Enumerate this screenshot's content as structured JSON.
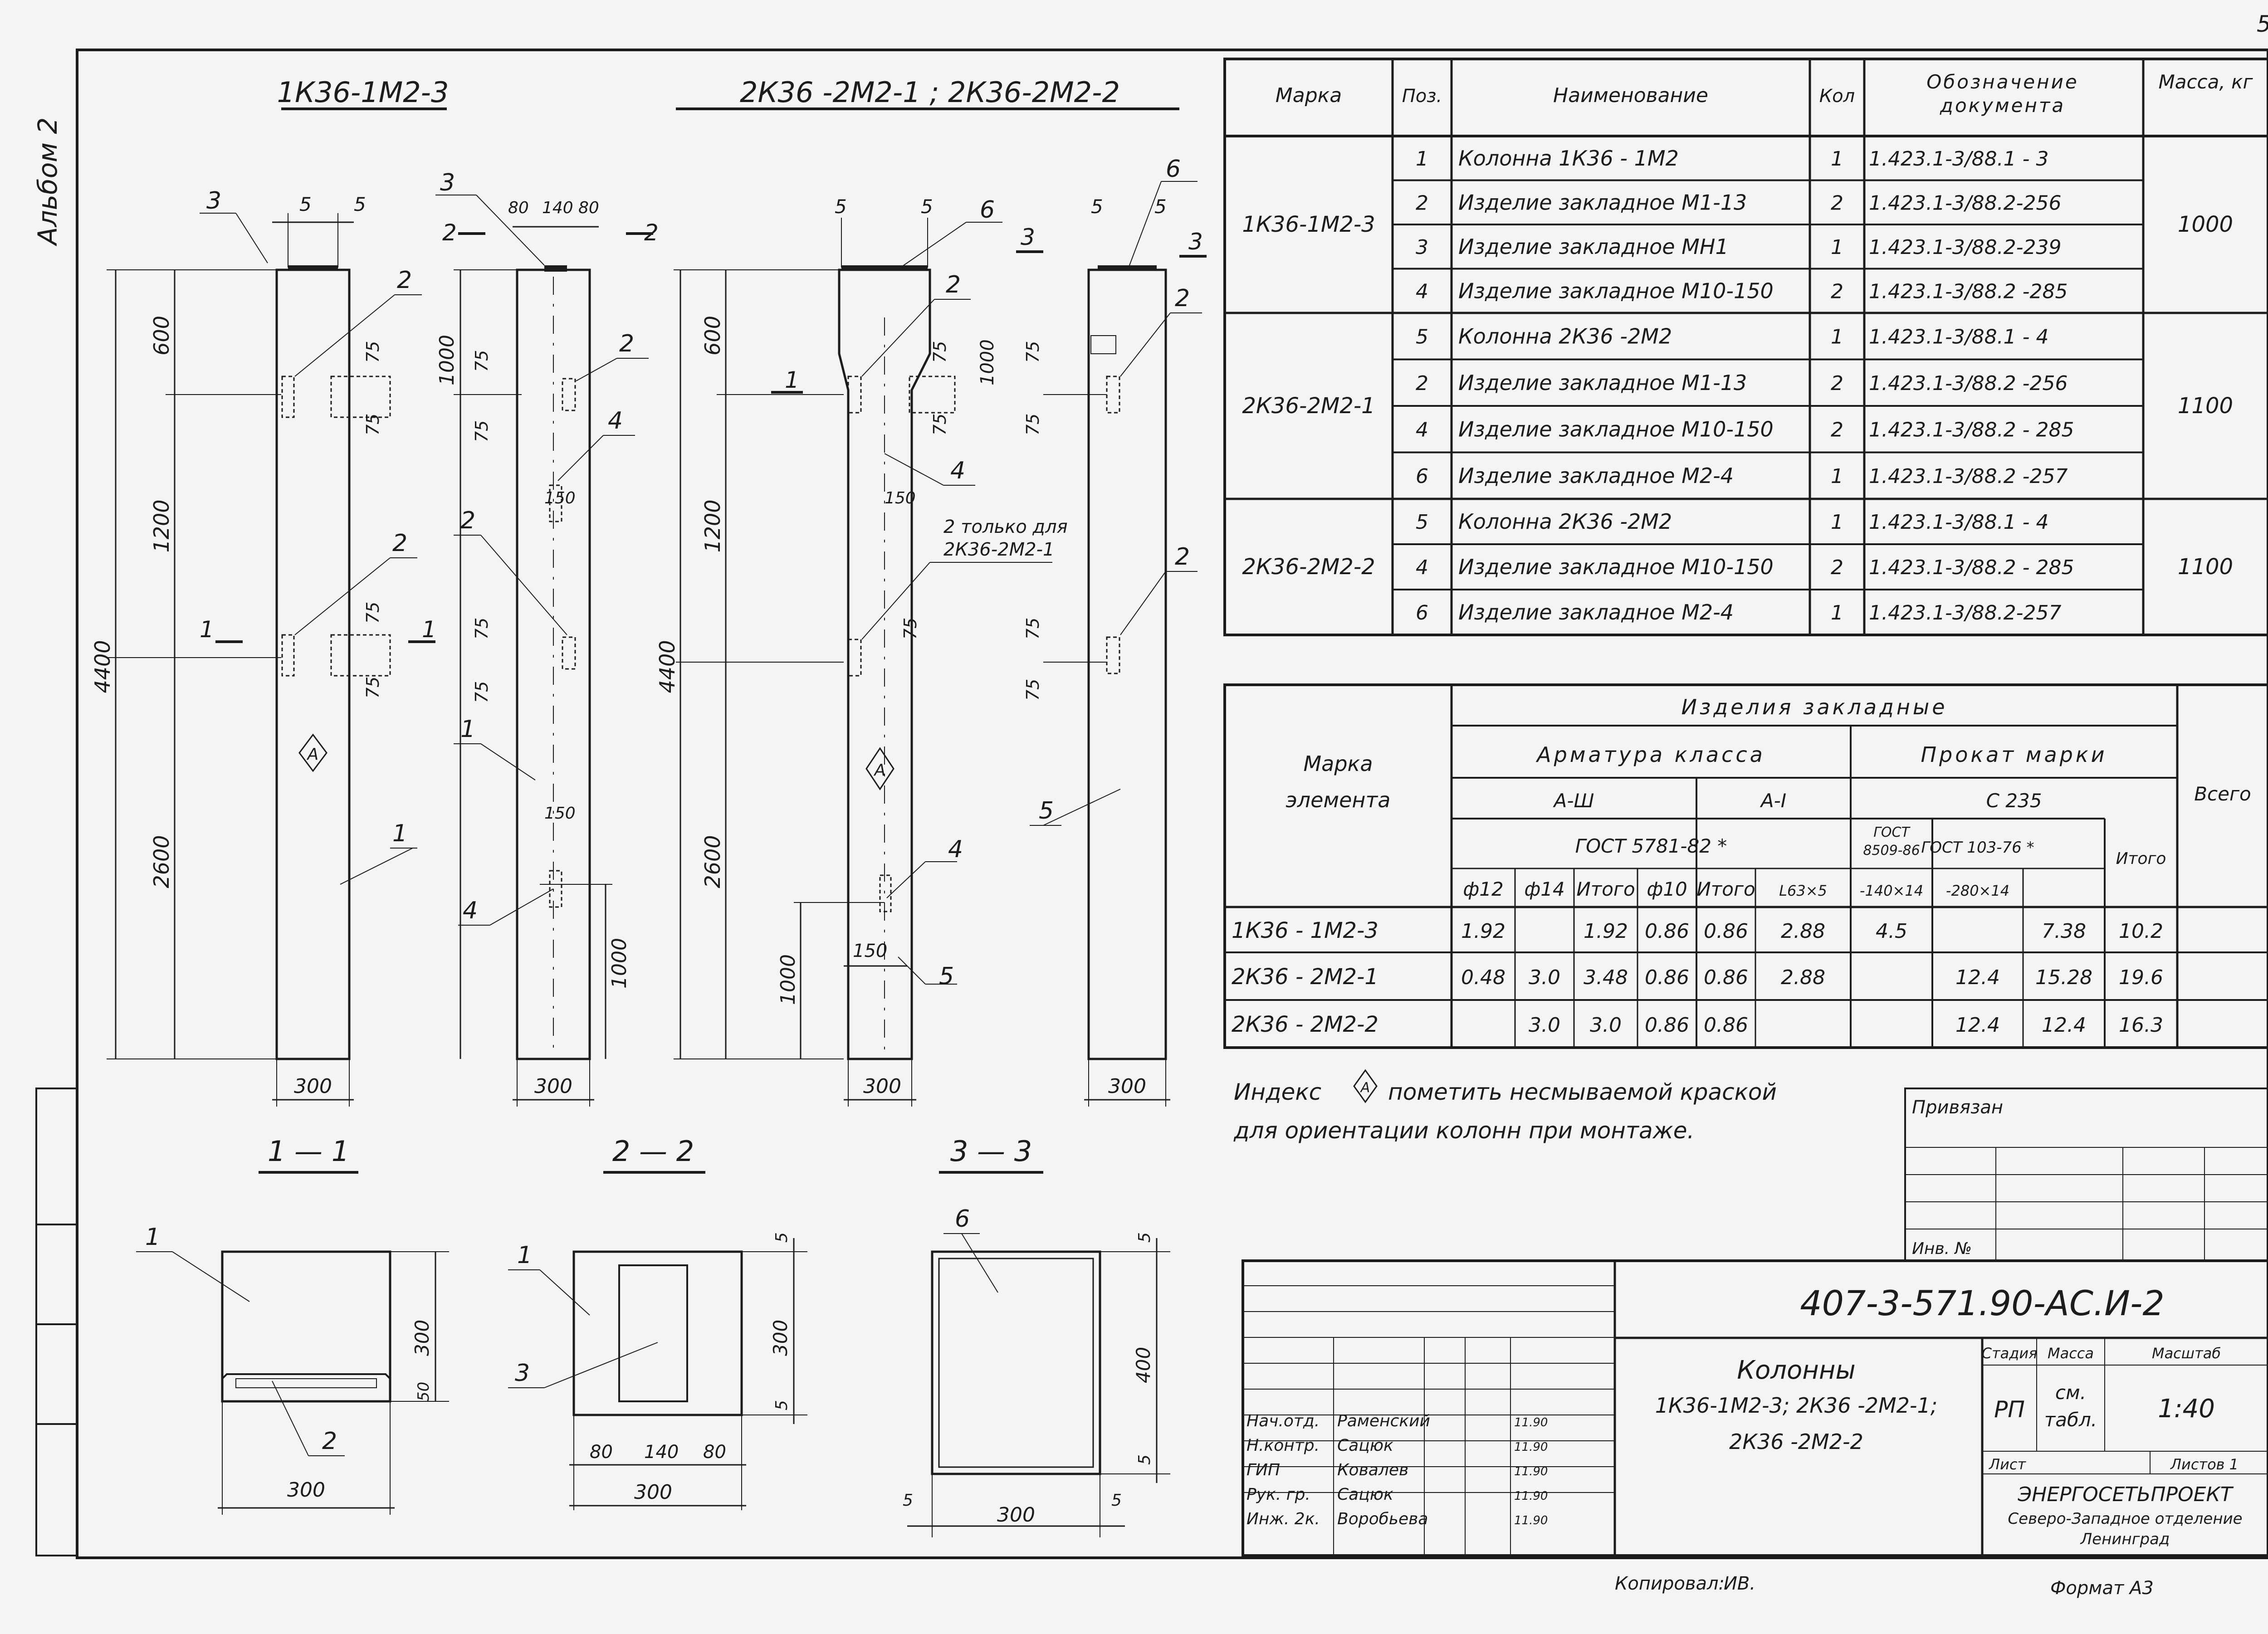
{
  "margin_note": "Альбом 2",
  "sheet_corner": "5",
  "titles": {
    "col1": "1К36-1М2-3",
    "col23": "2К36 -2М2-1 ;  2К36-2М2-2"
  },
  "spec_table": {
    "headers": [
      "Марка",
      "Поз.",
      "Наименование",
      "Кол",
      "Обозначение документа",
      "Масса, кг"
    ],
    "groups": [
      {
        "mark": "1К36-1М2-3",
        "mass": "1000",
        "rows": [
          {
            "pos": "1",
            "name": "Колонна  1К36 - 1М2",
            "qty": "1",
            "doc": "1.423.1-3/88.1 - 3"
          },
          {
            "pos": "2",
            "name": "Изделие закладное  М1-13",
            "qty": "2",
            "doc": "1.423.1-3/88.2-256"
          },
          {
            "pos": "3",
            "name": "Изделие закладное  МН1",
            "qty": "1",
            "doc": "1.423.1-3/88.2-239"
          },
          {
            "pos": "4",
            "name": "Изделие закладное М10-150",
            "qty": "2",
            "doc": "1.423.1-3/88.2 -285"
          }
        ]
      },
      {
        "mark": "2К36-2М2-1",
        "mass": "1100",
        "rows": [
          {
            "pos": "5",
            "name": "Колонна  2К36 -2М2",
            "qty": "1",
            "doc": "1.423.1-3/88.1 - 4"
          },
          {
            "pos": "2",
            "name": "Изделие закладное  М1-13",
            "qty": "2",
            "doc": "1.423.1-3/88.2 -256"
          },
          {
            "pos": "4",
            "name": "Изделие закладное М10-150",
            "qty": "2",
            "doc": "1.423.1-3/88.2 - 285"
          },
          {
            "pos": "6",
            "name": "Изделие закладное  М2-4",
            "qty": "1",
            "doc": "1.423.1-3/88.2 -257"
          }
        ]
      },
      {
        "mark": "2К36-2М2-2",
        "mass": "1100",
        "rows": [
          {
            "pos": "5",
            "name": "Колонна 2К36 -2М2",
            "qty": "1",
            "doc": "1.423.1-3/88.1 - 4"
          },
          {
            "pos": "4",
            "name": "Изделие закладное М10-150",
            "qty": "2",
            "doc": "1.423.1-3/88.2 - 285"
          },
          {
            "pos": "6",
            "name": "Изделие закладное  М2-4",
            "qty": "1",
            "doc": "1.423.1-3/88.2-257"
          }
        ]
      }
    ]
  },
  "embed_table": {
    "h_mark": [
      "Марка",
      "элемента"
    ],
    "h_items": "Изделия  закладные",
    "h_rebar": "Арматура  класса",
    "h_rolled": "Прокат  марки",
    "h_total": "Всего",
    "h_a3": "А-Ш",
    "h_a1": "А-I",
    "h_c235": "С 235",
    "h_gost5781": "ГОСТ 5781-82 *",
    "h_gost8509": [
      "ГОСТ",
      "8509-86"
    ],
    "h_gost103": "ГОСТ 103-76 *",
    "h_itogo": "Итого",
    "sub": [
      "ф12",
      "ф14",
      "Итого",
      "ф10",
      "Итого",
      "L63×5",
      "-140×14",
      "-280×14"
    ],
    "rows": [
      {
        "mark": "1К36 - 1М2-3",
        "v": [
          "1.92",
          "",
          "1.92",
          "0.86",
          "0.86",
          "2.88",
          "4.5",
          "",
          "7.38",
          "10.2"
        ]
      },
      {
        "mark": "2К36 - 2М2-1",
        "v": [
          "0.48",
          "3.0",
          "3.48",
          "0.86",
          "0.86",
          "2.88",
          "",
          "12.4",
          "15.28",
          "19.6"
        ]
      },
      {
        "mark": "2К36 - 2М2-2",
        "v": [
          "",
          "3.0",
          "3.0",
          "0.86",
          "0.86",
          "",
          "",
          "12.4",
          "12.4",
          "16.3"
        ]
      }
    ]
  },
  "note": {
    "line1a": "Индекс",
    "marker": "А",
    "line1b": "пометить несмываемой краской",
    "line2": "для ориентации колонн при монтаже."
  },
  "bound": {
    "label": "Привязан",
    "inv": "Инв. №"
  },
  "title_block": {
    "code": "407-3-571.90-АС.И-2",
    "name": "Колонны",
    "desc1": "1К36-1М2-3; 2К36 -2М2-1;",
    "desc2": "2К36 -2М2-2",
    "stage_h": "Стадия",
    "mass_h": "Масса",
    "scale_h": "Масштаб",
    "stage": "РП",
    "mass1": "см.",
    "mass2": "табл.",
    "scale": "1:40",
    "sheet": "Лист",
    "sheets": "Листов 1",
    "org1": "ЭНЕРГОСЕТЬПРОЕКТ",
    "org2": "Северо-Западное отделение",
    "org3": "Ленинград",
    "staff": [
      {
        "role": "Нач.отд.",
        "name": "Раменский",
        "date": "11.90"
      },
      {
        "role": "Н.контр.",
        "name": "Сацюк",
        "date": "11.90"
      },
      {
        "role": "ГИП",
        "name": "Ковалев",
        "date": "11.90"
      },
      {
        "role": "Рук. гр.",
        "name": "Сацюк",
        "date": "11.90"
      },
      {
        "role": "Инж. 2к.",
        "name": "Воробьева",
        "date": "11.90"
      }
    ]
  },
  "footer": {
    "copied": "Копировал:",
    "copier": "ИВ.",
    "format": "Формат А3"
  },
  "sections": {
    "s11": "1 — 1",
    "s22": "2 — 2",
    "s33": "3 — 3"
  },
  "dims": {
    "d5": "5",
    "d80": "80",
    "d140": "140",
    "d150": "150",
    "d75": "75",
    "d600": "600",
    "d1200": "1200",
    "d2600": "2600",
    "d4400": "4400",
    "d1000": "1000",
    "d300": "300",
    "d400": "400",
    "d50": "50",
    "only_for": [
      "2 только для",
      "2К36-2М2-1"
    ],
    "p1": "1",
    "p2": "2",
    "p3": "3",
    "p4": "4",
    "p5": "5",
    "p6": "6",
    "marker": "А"
  }
}
